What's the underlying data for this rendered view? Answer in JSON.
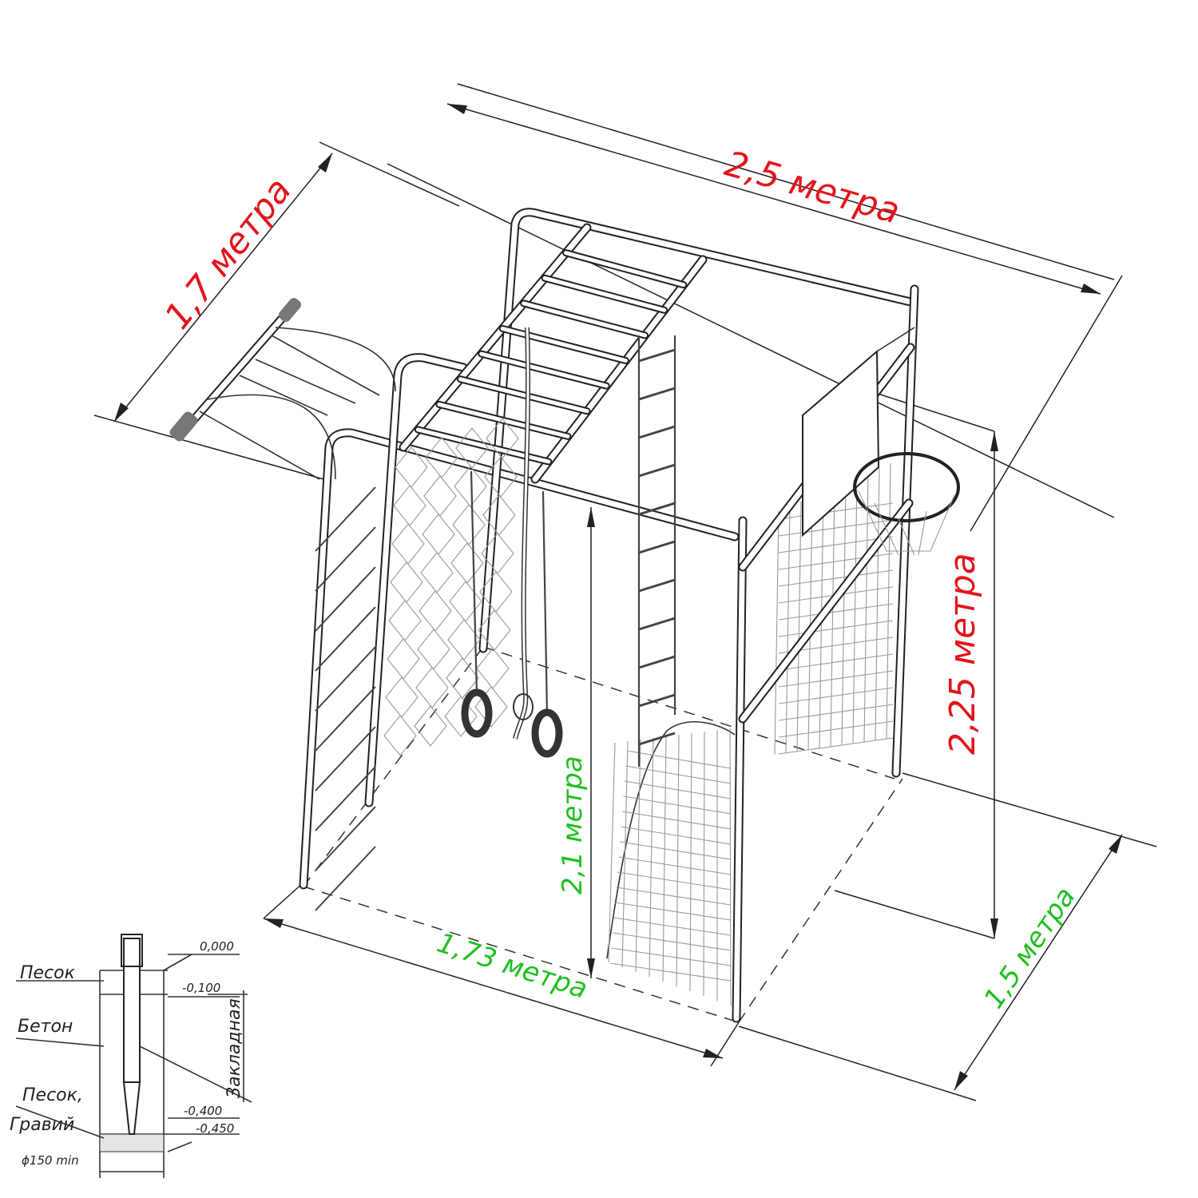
{
  "dimensions": {
    "length_top": "2,5 метра",
    "width_top": "1,7 метра",
    "height_total": "2,25 метра",
    "height_bar": "2,1 метра",
    "length_base": "1,73 метра",
    "width_base": "1,5 метра"
  },
  "colors": {
    "primary_dim": "#e3141b",
    "secondary_dim": "#1fc01f",
    "line": "#222222"
  },
  "foundation": {
    "layers": [
      "Песок",
      "Бетон",
      "Песок,",
      "Гравий"
    ],
    "embed_label": "Закладная",
    "levels": [
      "0,000",
      "-0,100",
      "-0,400",
      "-0,450"
    ],
    "diameter": "ϕ150 min"
  }
}
